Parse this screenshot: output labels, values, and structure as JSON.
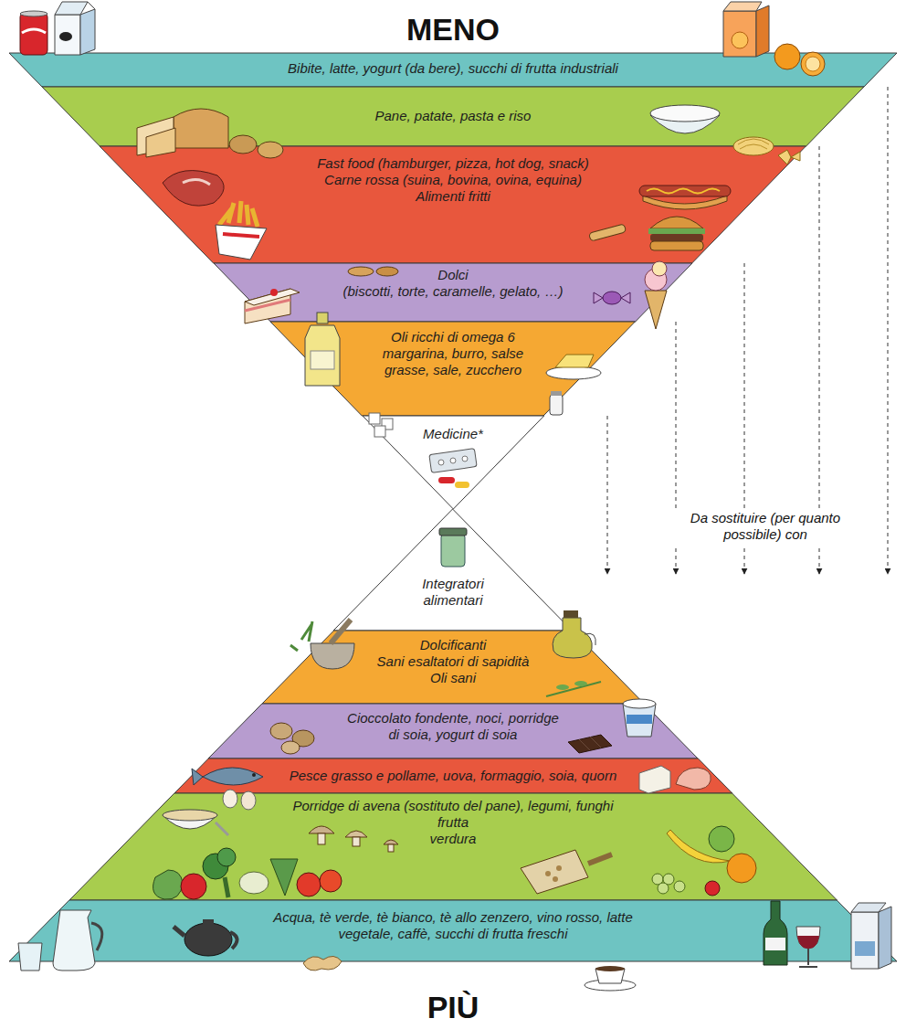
{
  "diagram": {
    "title": "MENO",
    "nodes": [
      {
        "text": [
          "Bibite, latte, yogurt (da bere), succhi di frutta industriali"
        ]
      },
      {
        "text": [
          "Pane, patate, pasta e riso"
        ]
      },
      {
        "text": [
          "Fast food (hamburger, pizza, hot dog, snack)",
          "Carne rossa (suina, bovina, ovina, equina)",
          "Alimenti fritti"
        ]
      },
      {
        "text": [
          "Dolci",
          "(biscotti, torte, caramelle, gelato, …)"
        ]
      },
      {
        "text": [
          "Oli ricchi di omega 6",
          "margarina, burro, salse grasse, sale, zucchero"
        ]
      },
      {
        "text": [
          "Medicine*"
        ]
      },
      {
        "text": [
          "Integratori alimentari"
        ]
      },
      {
        "text": [
          "Dolcificanti",
          "Sani esaltatori di sapidità",
          "Oli sani"
        ]
      },
      {
        "text": [
          "Cioccolato fondente, noci, porridge di soia, yogurt di soia"
        ]
      },
      {
        "text": [
          "Pesce grasso e pollame, uova, formaggio, soia, quorn"
        ]
      },
      {
        "text": [
          "Porridge di avena (sostituto del pane), legumi, funghi",
          "frutta",
          "verdura"
        ]
      },
      {
        "text": [
          "Acqua, tè verde, tè bianco, tè allo zenzero, vino rosso, latte vegetale, caffè, succhi di frutta freschi"
        ]
      }
    ],
    "labels": [
      "Da sostituire (per quanto possibile) con",
      "PIÙ"
    ]
  }
}
